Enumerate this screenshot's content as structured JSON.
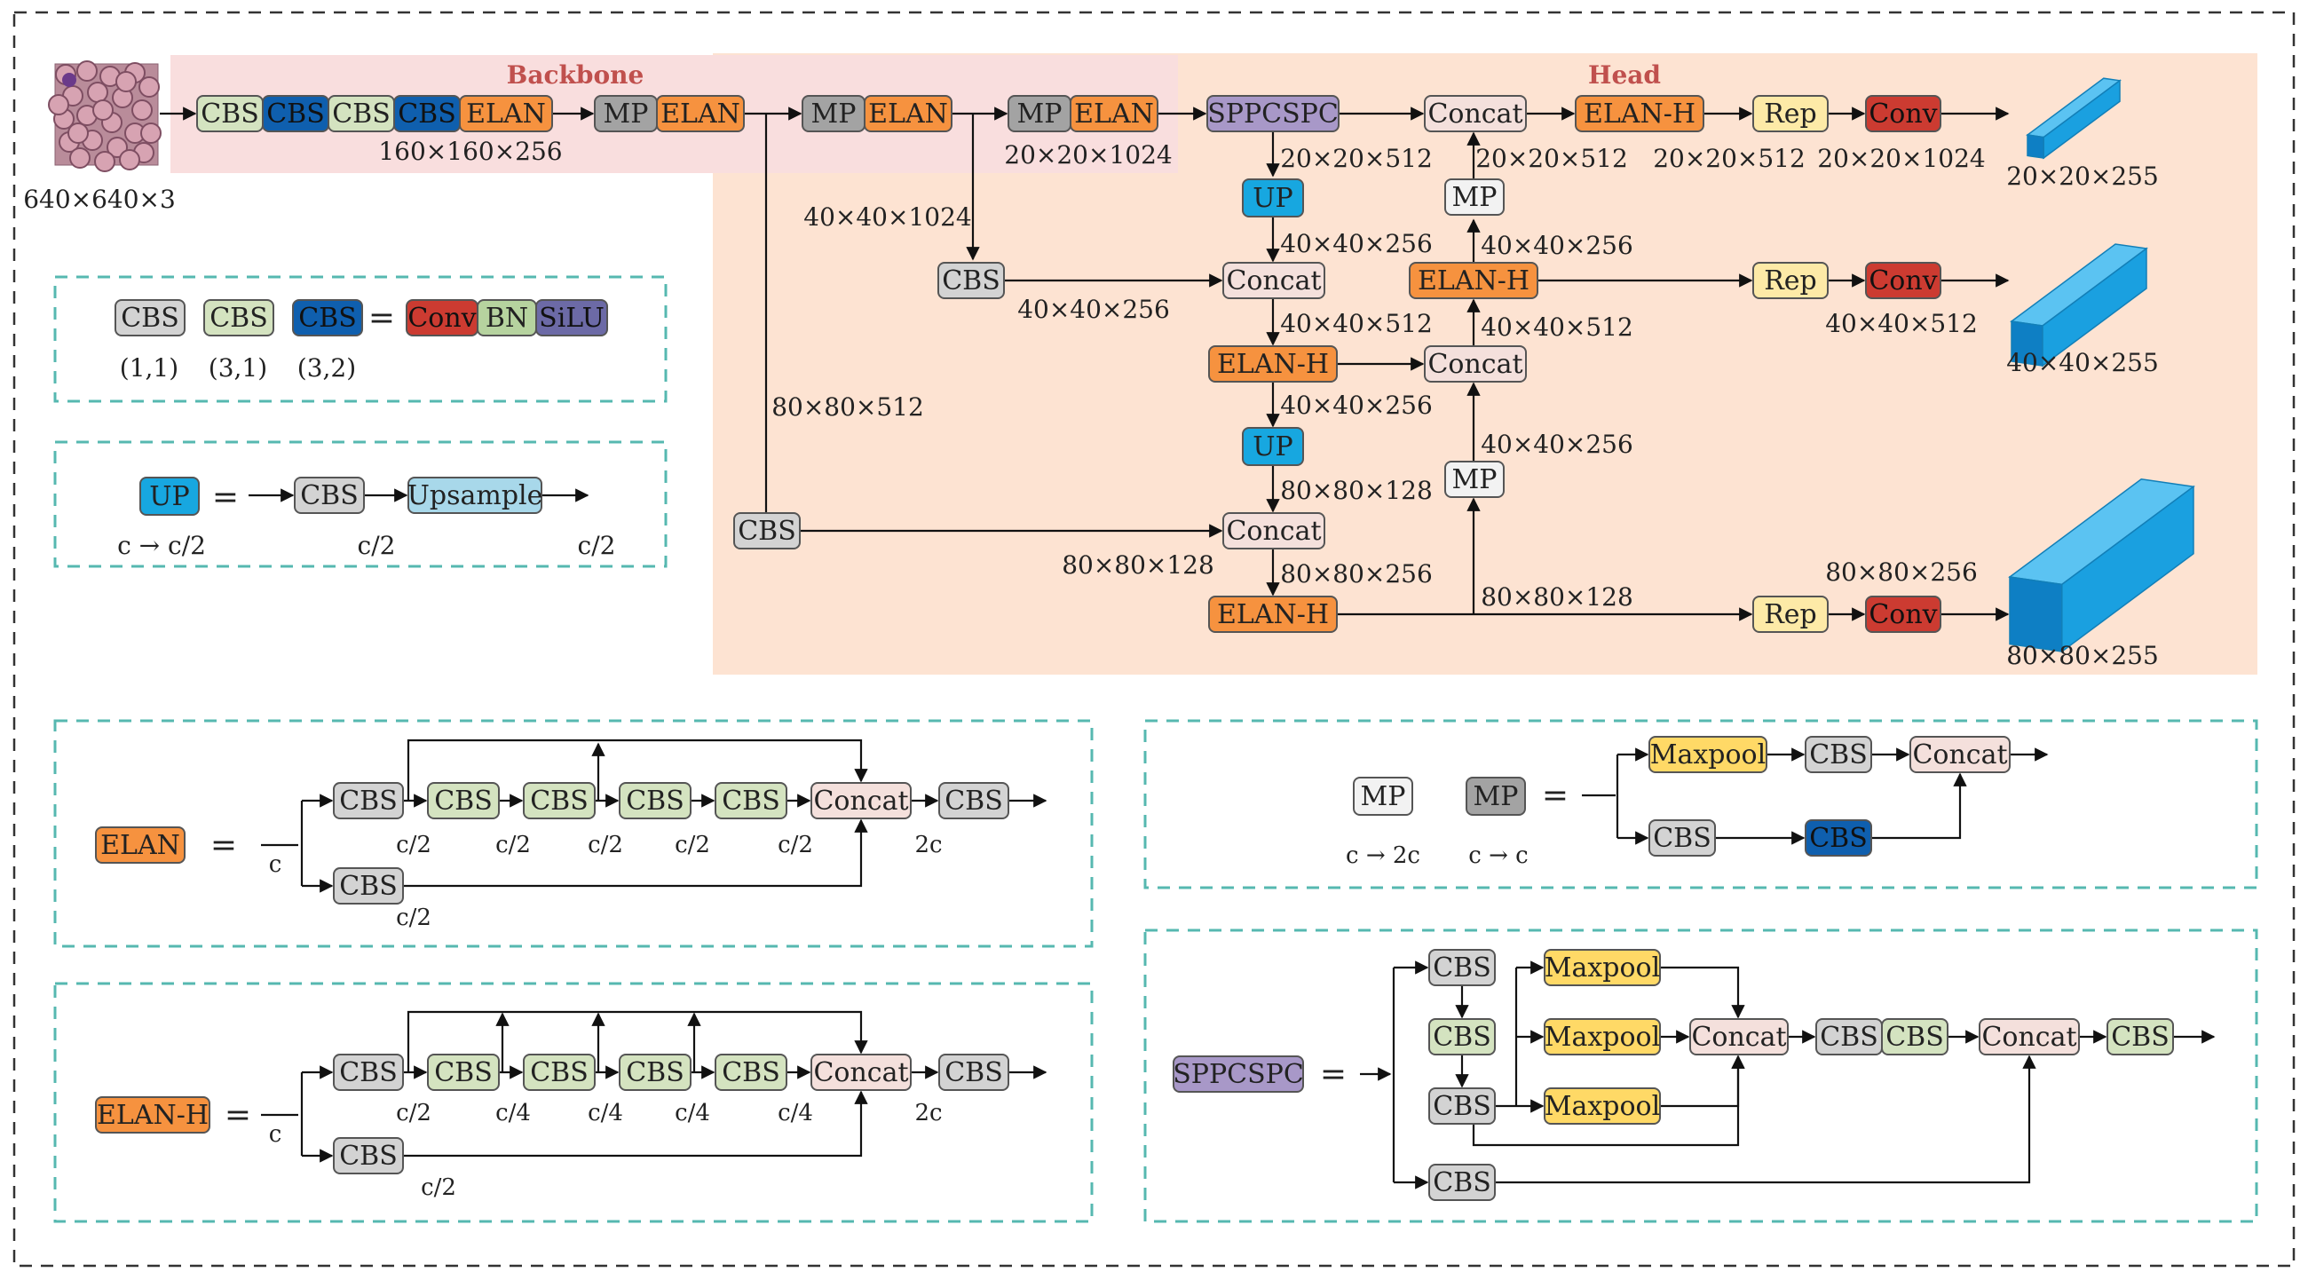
{
  "colors": {
    "cbs_gray": "#d3d3d3",
    "cbs_green": "#d4e3c0",
    "cbs_blue": "#0f5fae",
    "elan_orange": "#f6923f",
    "mp_gray": "#a3a3a3",
    "mp_light": "#f2f2f2",
    "sppcspc_purple": "#a898c8",
    "up_cyan": "#17a7e0",
    "concat_pink": "#f4e0dc",
    "rep_yellow": "#fdeaa7",
    "conv_red": "#cc3b31",
    "bn_green": "#b6d39f",
    "silu_purple": "#6c6aa6",
    "upsample_cyan": "#a8d8ea",
    "maxpool_yellow": "#ffd966",
    "backbone_band": "#f9dede",
    "head_band": "#fde3d2",
    "dashed_teal": "#56b8b0",
    "output_blue": "#1aa0e0"
  },
  "labels": {
    "backbone": "Backbone",
    "head": "Head",
    "input_dims": "640×640×3"
  },
  "blocks": {
    "cbs": "CBS",
    "elan": "ELAN",
    "elan_h": "ELAN-H",
    "mp": "MP",
    "sppcspc": "SPPCSPC",
    "up": "UP",
    "concat": "Concat",
    "rep": "Rep",
    "conv": "Conv",
    "bn": "BN",
    "silu": "SiLU",
    "upsample": "Upsample",
    "maxpool": "Maxpool"
  },
  "dims": {
    "d160_256": "160×160×256",
    "d20_1024": "20×20×1024",
    "d40_1024": "40×40×1024",
    "d80_512": "80×80×512",
    "d20_512": "20×20×512",
    "d40_256": "40×40×256",
    "d40_512": "40×40×512",
    "d80_128": "80×80×128",
    "d80_256": "80×80×256",
    "d20_255": "20×20×255",
    "d40_255": "40×40×255",
    "d80_255": "80×80×255"
  },
  "legend": {
    "cbs_11": "(1,1)",
    "cbs_31": "(3,1)",
    "cbs_32": "(3,2)",
    "equals": "=",
    "c_to_half": "c → c/2",
    "c_half": "c/2",
    "c_quarter": "c/4",
    "c": "c",
    "two_c": "2c",
    "c_to_2c": "c → 2c",
    "c_to_c": "c → c"
  }
}
